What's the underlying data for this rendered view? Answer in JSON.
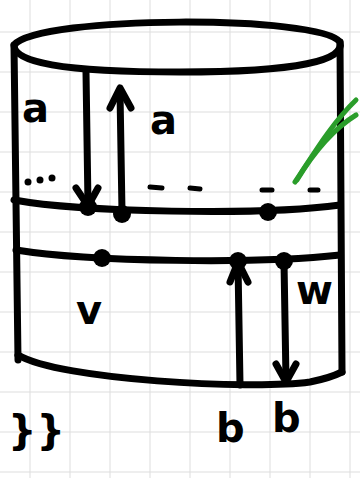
{
  "diagram": {
    "labels": [
      "a",
      "a",
      "v",
      "w",
      "b",
      "b",
      "}}"
    ]
  }
}
